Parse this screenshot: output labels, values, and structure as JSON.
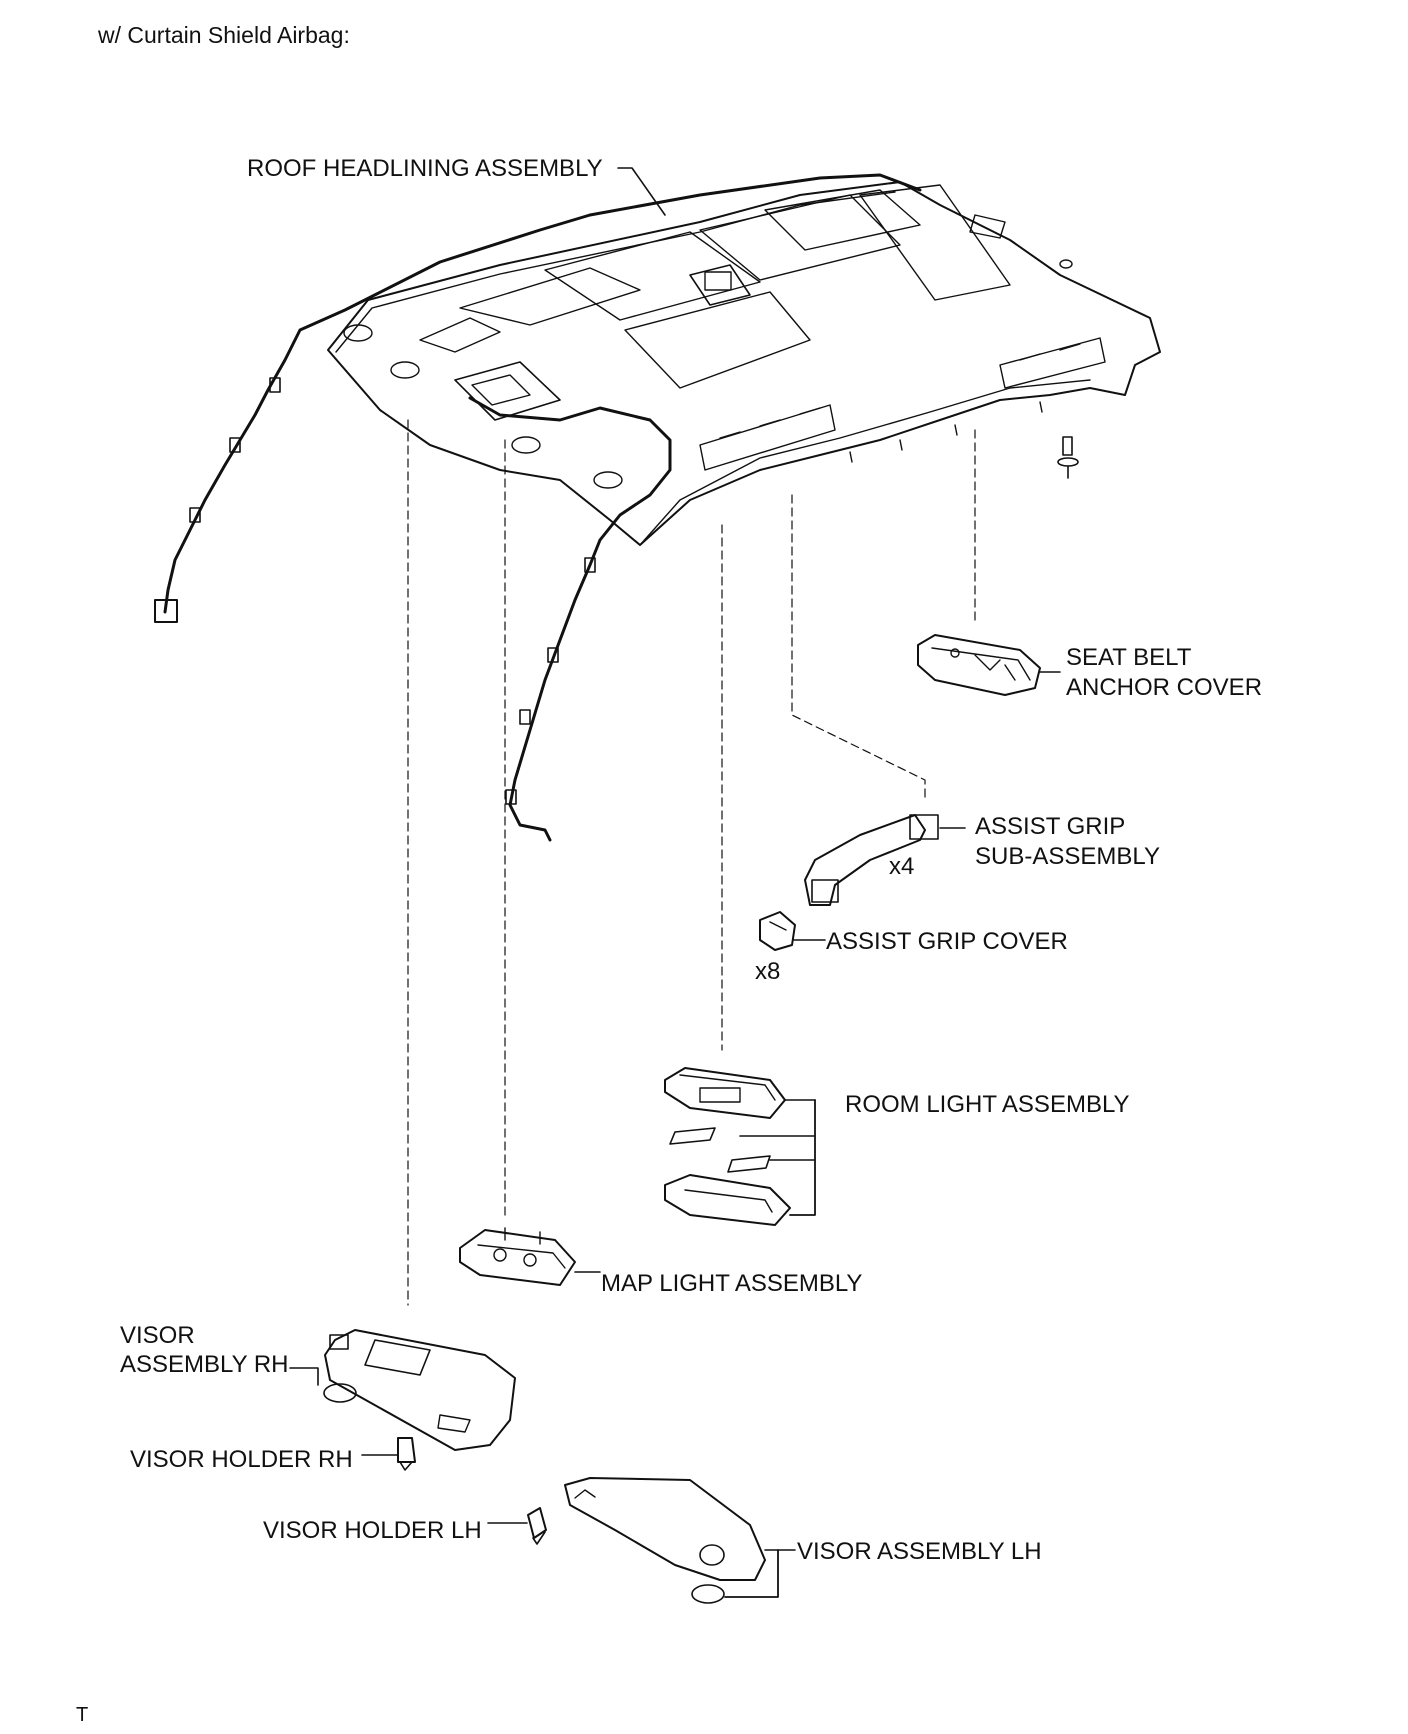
{
  "header": {
    "title": "w/ Curtain Shield Airbag:"
  },
  "labels": {
    "roof_headlining": "ROOF HEADLINING ASSEMBLY",
    "seat_belt_1": "SEAT BELT",
    "seat_belt_2": "ANCHOR COVER",
    "assist_grip_1": "ASSIST GRIP",
    "assist_grip_2": "SUB-ASSEMBLY",
    "assist_grip_qty": "x4",
    "assist_grip_cover": "ASSIST GRIP COVER",
    "assist_grip_cover_qty": "x8",
    "room_light": "ROOM LIGHT ASSEMBLY",
    "map_light": "MAP LIGHT ASSEMBLY",
    "visor_rh_1": "VISOR",
    "visor_rh_2": "ASSEMBLY RH",
    "visor_holder_rh": "VISOR HOLDER RH",
    "visor_holder_lh": "VISOR HOLDER LH",
    "visor_lh": "VISOR ASSEMBLY LH"
  },
  "footer": {
    "mark": "T"
  }
}
